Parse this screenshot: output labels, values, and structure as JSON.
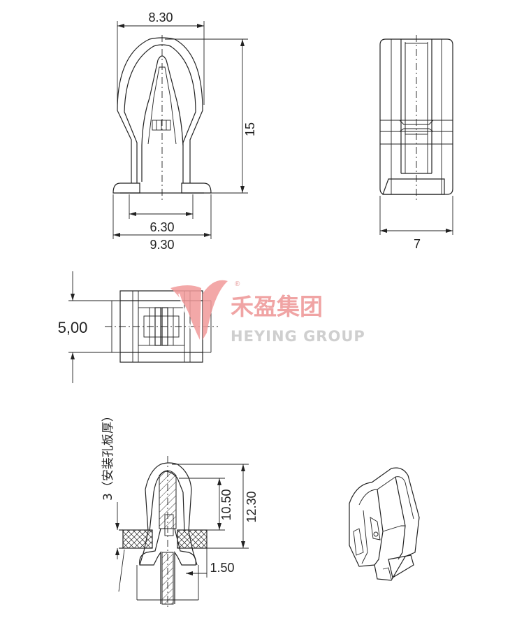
{
  "drawing": {
    "front_view": {
      "top_width": "8.30",
      "height": "15",
      "inner_width": "6.30",
      "base_width": "9.30"
    },
    "side_view": {
      "depth": "7"
    },
    "top_view": {
      "width": "5,00"
    },
    "section_view": {
      "panel_note": "3（安装孔板厚）",
      "dim_inner": "10.50",
      "dim_outer": "12.30",
      "dim_gap": "1.50"
    }
  },
  "logo": {
    "cn_name": "禾盈集团",
    "en_name": "HEYING GROUP",
    "registered": "®",
    "colors": {
      "mark": "#f29a9a",
      "text_cn": "#f0a4a4",
      "text_en": "#cfcfcf"
    }
  }
}
